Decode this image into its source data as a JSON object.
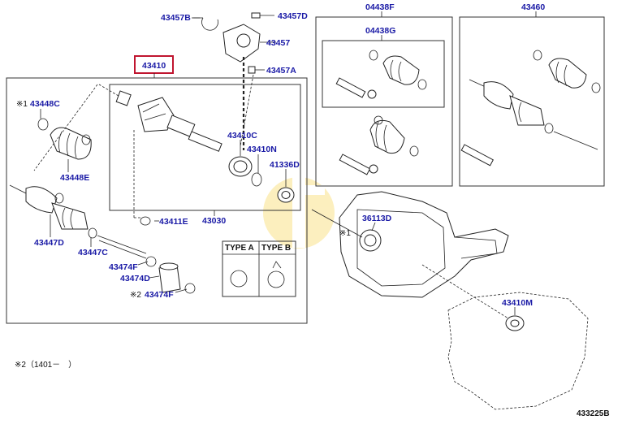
{
  "diagram": {
    "drawing_code": "433225B",
    "highlighted_part": "43410",
    "labels": {
      "p43457B": "43457B",
      "p43457D": "43457D",
      "p43457": "43457",
      "p43457A": "43457A",
      "p43410": "43410",
      "p43448C": "43448C",
      "p43448E": "43448E",
      "p43447D": "43447D",
      "p43447C": "43447C",
      "p43474F_top": "43474F",
      "p43474D": "43474D",
      "p43474F_bot": "43474F",
      "p43411E": "43411E",
      "p43030": "43030",
      "p43410C": "43410C",
      "p43410N": "43410N",
      "p41336D": "41336D",
      "p04438F": "04438F",
      "p04438G": "04438G",
      "p43460": "43460",
      "p36113D": "36113D",
      "p43410M": "43410M"
    },
    "notes": {
      "mark1": "※1",
      "mark1_right": "※1",
      "mark2": "※2",
      "footnote": "※2（1401－　）"
    },
    "type_box": {
      "type_a": "TYPE A",
      "type_b": "TYPE B"
    },
    "colors": {
      "label": "#1a1aa6",
      "highlight_box": "#c0152f",
      "line": "#222222",
      "watermark": "#f7d247"
    }
  }
}
